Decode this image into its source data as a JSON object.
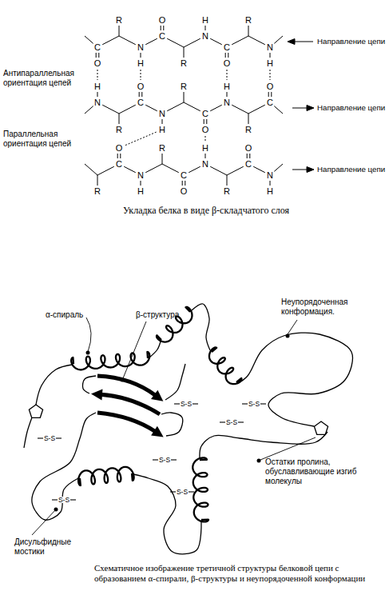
{
  "diagram": {
    "caption": "Схематичное изображение третичной структуры белковой цепи с образованием α-спирали, β-структуры и неупорядоченной конформации",
    "labels": [
      "Направление цепи",
      "Антипараллельная ориентация цепей",
      "Направление цепи",
      "Параллельная ориентация цепей",
      "Направление цепи",
      "Укладка белка в виде β-складчатого слоя",
      "α-спираль",
      "β-структура",
      "Неупорядоченная конформация.",
      "S-S",
      "S-S",
      "S-S",
      "S-S",
      "S-S",
      "S-S",
      "S-S",
      "Остатки пролина, обуславливающие изгиб молекулы",
      "Дисульфидные мостики",
      "C",
      "O",
      "R",
      "N",
      "H",
      "C",
      "O",
      "R",
      "N",
      "H",
      "C",
      "O",
      "R",
      "N",
      "H",
      "N",
      "H",
      "R",
      "C",
      "O",
      "N",
      "H",
      "R",
      "C",
      "O",
      "N",
      "H",
      "R",
      "C",
      "O",
      "R",
      "C",
      "O",
      "N",
      "H",
      "R",
      "C",
      "O",
      "N",
      "H",
      "R",
      "C",
      "O",
      "N",
      "H"
    ]
  }
}
